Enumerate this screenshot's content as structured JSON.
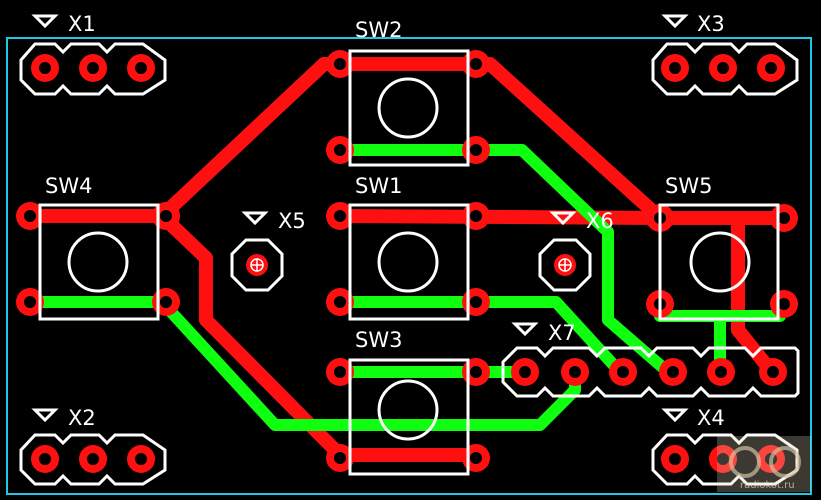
{
  "colors": {
    "background": "#000000",
    "outline": "#1ec8e6",
    "silk": "#ffffff",
    "top_copper": "#ff1010",
    "bottom_copper": "#10ff10",
    "pad_hole": "#000000"
  },
  "labels": {
    "x1": "X1",
    "x2": "X2",
    "x3": "X3",
    "x4": "X4",
    "x5": "X5",
    "x6": "X6",
    "x7": "X7",
    "sw1": "SW1",
    "sw2": "SW2",
    "sw3": "SW3",
    "sw4": "SW4",
    "sw5": "SW5"
  },
  "watermark": {
    "icon": "radiokot-cat-logo",
    "text": "radiokot.ru"
  }
}
